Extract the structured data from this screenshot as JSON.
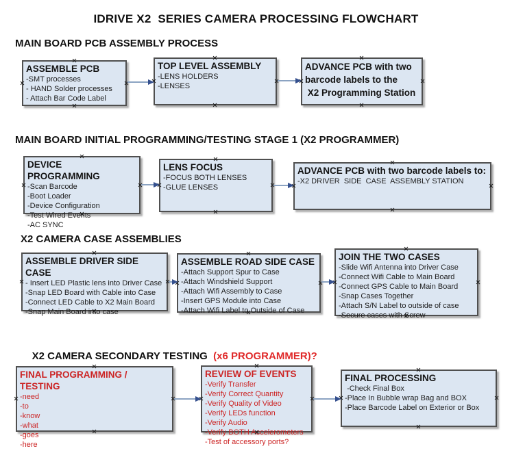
{
  "title": "IDRIVE X2  SERIES CAMERA PROCESSING FLOWCHART",
  "colors": {
    "box_fill": "#dce6f2",
    "box_border": "#4f4f4f",
    "red_text": "#cc2424",
    "header_red": "#e02b2b",
    "arrow_line": "#8ba3c2",
    "arrow_head": "#35508e"
  },
  "sections": [
    {
      "header": "MAIN BOARD PCB ASSEMBLY PROCESS",
      "boxes": [
        {
          "title": "ASSEMBLE PCB",
          "items": [
            "-SMT processes",
            "- HAND Solder processes",
            "- Attach Bar Code Label"
          ]
        },
        {
          "title": "TOP LEVEL ASSEMBLY",
          "items": [
            "-LENS HOLDERS",
            "-LENSES"
          ]
        },
        {
          "title": "ADVANCE PCB with two\nbarcode labels to the\n X2 Programming Station",
          "items": []
        }
      ]
    },
    {
      "header": "MAIN BOARD INITIAL PROGRAMMING/TESTING STAGE 1 (X2 PROGRAMMER)",
      "boxes": [
        {
          "title": "DEVICE PROGRAMMING",
          "items": [
            "-Scan Barcode",
            "-Boot Loader",
            "-Device Configuration",
            "-Test Wired Events",
            "-AC SYNC"
          ]
        },
        {
          "title": "LENS FOCUS",
          "items": [
            "-FOCUS BOTH LENSES",
            "-GLUE LENSES"
          ]
        },
        {
          "title": "ADVANCE PCB with two barcode labels to:",
          "items": [
            "-X2 DRIVER  SIDE  CASE  ASSEMBLY STATION"
          ]
        }
      ]
    },
    {
      "header": "X2 CAMERA CASE ASSEMBLIES",
      "boxes": [
        {
          "title": "ASSEMBLE DRIVER SIDE CASE",
          "items": [
            "- Insert LED Plastic lens into Driver Case",
            "-Snap LED Board with Cable into Case",
            "-Connect LED Cable to X2 Main Board",
            "-Snap Main Board into case"
          ]
        },
        {
          "title": "ASSEMBLE ROAD SIDE CASE",
          "items": [
            "-Attach Support Spur to Case",
            "-Attach Windshield Support",
            "-Attach Wifi Assembly to Case",
            "-Insert GPS Module into Case",
            "-Attach Wifi Label to Outside of Case"
          ]
        },
        {
          "title": "JOIN THE TWO CASES",
          "items": [
            "-Slide Wifi Antenna into Driver Case",
            "-Connect Wifi Cable to Main Board",
            "-Connect GPS Cable to Main Board",
            "-Snap Cases Together",
            "-Attach S/N Label to outside of case",
            "-Secure cases with Screw"
          ]
        }
      ]
    },
    {
      "header": "X2 CAMERA SECONDARY TESTING ",
      "header_red": " (x6 PROGRAMMER)?",
      "boxes": [
        {
          "title": "FINAL PROGRAMMING / TESTING",
          "items": [
            "-need",
            "-to",
            "-know",
            "-what",
            "-goes",
            "-here"
          ]
        },
        {
          "title": "REVIEW OF EVENTS",
          "items": [
            "-Verify Transfer",
            "-Verify Correct Quantity",
            "-Verify Quality of Video",
            "-Verify LEDs function",
            "-Verify Audio",
            "-Verify BOTH Accelerometers",
            "-Test of accessory ports?"
          ]
        },
        {
          "title": "FINAL PROCESSING",
          "items": [
            " -Check Final Box",
            "-Place In Bubble wrap Bag and BOX",
            "-Place Barcode Label on Exterior or Box"
          ]
        }
      ]
    }
  ]
}
